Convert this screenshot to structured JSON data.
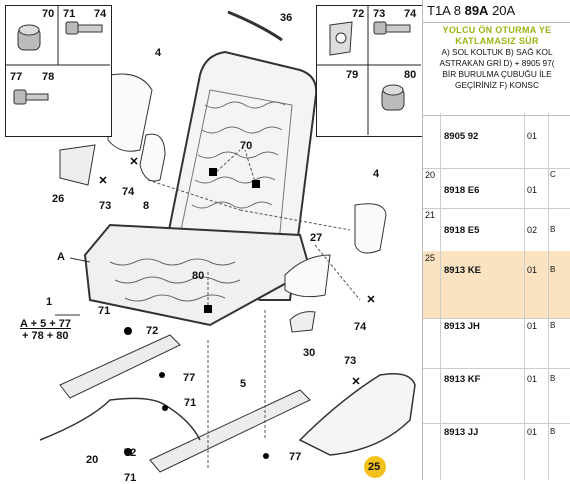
{
  "diagram": {
    "callouts": {
      "c70a": "70",
      "c71a": "71",
      "c74a": "74",
      "c36": "36",
      "c72a": "72",
      "c73a": "73",
      "c74b": "74",
      "c77a": "77",
      "c78a": "78",
      "c79": "79",
      "c80a": "80",
      "c4a": "4",
      "c70b": "70",
      "c26": "26",
      "c73b": "73",
      "c74c": "74",
      "c8": "8",
      "c4b": "4",
      "cA": "A",
      "c27": "27",
      "c80b": "80",
      "c1": "1",
      "cFormula1": "A + 5 + 77",
      "cFormula2": "+ 78 + 80",
      "c71b": "71",
      "c72b": "72",
      "c74d": "74",
      "c30": "30",
      "c77b": "77",
      "c73c": "73",
      "c5": "5",
      "c71c": "71",
      "c72c": "72",
      "c77c": "77",
      "c20": "20",
      "c25": "25",
      "c71d": "71"
    }
  },
  "catalog": {
    "header": {
      "prefix": "T1A 8",
      "bold": "89A",
      "suffix": "20A"
    },
    "description": {
      "title_line1": "YOLCU ÖN OTURMA YE",
      "title_line2": "KATLAMASIZ SÜR",
      "line1": "A) SOL KOLTUK B) SAĞ KOL",
      "line2": "ASTRAKAN GRİ D) + 8905 97(",
      "line3": "BİR BURULMA ÇUBUĞU İLE",
      "line4": "GEÇİRİNİZ F) KONSC"
    },
    "rows": [
      {
        "index": "",
        "ref": "8905 92",
        "qty": "01",
        "extra": ""
      },
      {
        "index": "20",
        "ref": "8918 E6",
        "qty": "01",
        "extra": "C"
      },
      {
        "index": "21",
        "ref": "8918 E5",
        "qty": "02",
        "extra": "B"
      },
      {
        "index": "25",
        "ref": "8913 KE",
        "qty": "01",
        "extra": "B"
      },
      {
        "index": "",
        "ref": "8913 JH",
        "qty": "01",
        "extra": "B"
      },
      {
        "index": "",
        "ref": "8913 KF",
        "qty": "01",
        "extra": "B"
      },
      {
        "index": "",
        "ref": "8913 JJ",
        "qty": "01",
        "extra": "B"
      }
    ]
  },
  "colors": {
    "highlight_row": "#fbe3c2",
    "title_green": "#97b813",
    "callout_circle": "#f3c21a"
  }
}
